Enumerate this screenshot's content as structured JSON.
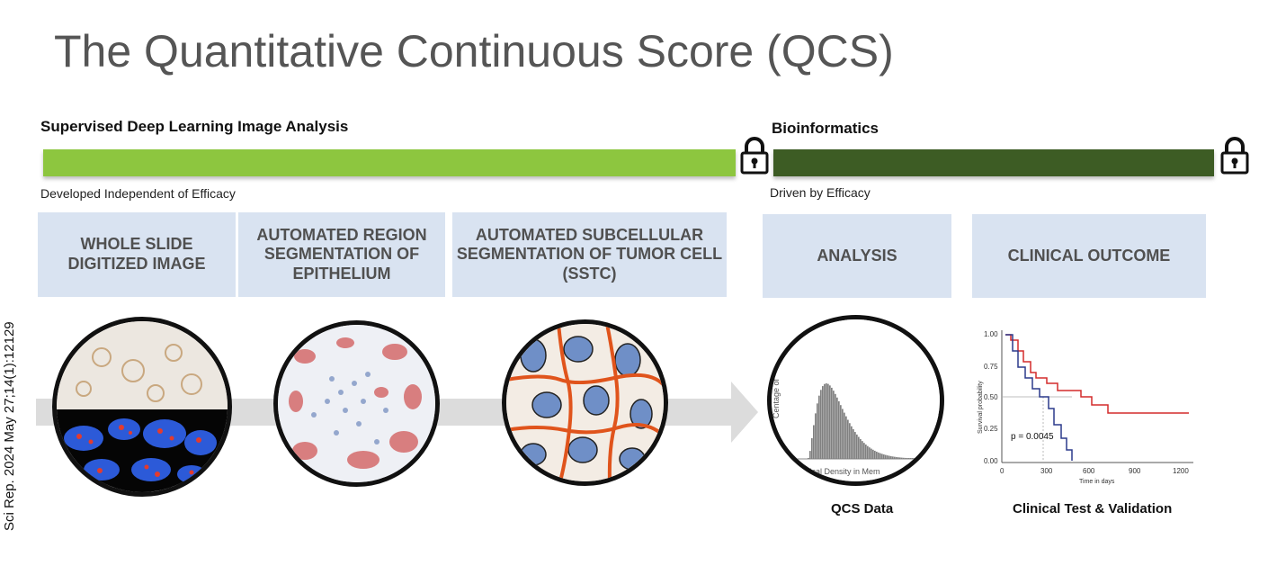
{
  "title": "The Quantitative Continuous Score (QCS)",
  "citation": "Sci Rep. 2024 May 27;14(1):12129",
  "left_section": {
    "label": "Supervised Deep Learning Image Analysis",
    "sub_label": "Developed Independent of Efficacy",
    "bar_color": "#8dc63f",
    "icon": "lock-icon"
  },
  "right_section": {
    "label": "Bioinformatics",
    "sub_label": "Driven by Efficacy",
    "bar_color": "#3d5c24",
    "icon": "lock-icon"
  },
  "steps": [
    {
      "line1": "WHOLE SLIDE",
      "line2": "DIGITIZED IMAGE",
      "line3": ""
    },
    {
      "line1": "AUTOMATED REGION",
      "line2": "SEGMENTATION OF",
      "line3": "EPITHELIUM"
    },
    {
      "line1": "AUTOMATED SUBCELLULAR",
      "line2": "SEGMENTATION OF TUMOR CELL",
      "line3": "(SSTC)"
    },
    {
      "line1": "ANALYSIS",
      "line2": "",
      "line3": ""
    },
    {
      "line1": "CLINICAL OUTCOME",
      "line2": "",
      "line3": ""
    }
  ],
  "captions": {
    "qcs": "QCS Data",
    "clinical": "Clinical Test & Validation"
  },
  "histogram": {
    "ylabel": "Centage of",
    "xlabel": "tical Density in Mem"
  },
  "km_plot": {
    "ylabel": "Survival probability",
    "xlabel": "Time in days",
    "y_ticks": [
      "1.00",
      "0.75",
      "0.50",
      "0.25",
      "0.00"
    ],
    "x_ticks": [
      "0",
      "300",
      "600",
      "900",
      "1200"
    ],
    "pvalue": "p = 0.0045",
    "colors": {
      "red": "#d42b2b",
      "blue": "#2b3a8c"
    }
  }
}
